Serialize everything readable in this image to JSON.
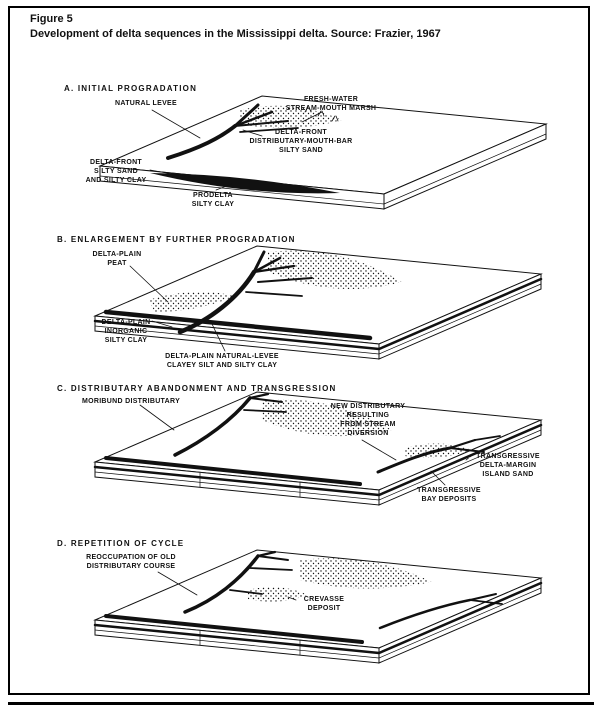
{
  "figure": {
    "label": "Figure 5",
    "caption": "Development of delta sequences in the Mississippi delta. Source: Frazier, 1967"
  },
  "panels": [
    {
      "id": "A",
      "title": "A. INITIAL PROGRADATION",
      "labels": [
        "NATURAL LEVEE",
        "FRESH-WATER\nSTREAM-MOUTH MARSH",
        "DELTA-FRONT\nDISTRIBUTARY-MOUTH-BAR\nSILTY SAND",
        "DELTA-FRONT\nSILTY SAND\nAND SILTY CLAY",
        "PRODELTA\nSILTY CLAY"
      ]
    },
    {
      "id": "B",
      "title": "B. ENLARGEMENT BY FURTHER PROGRADATION",
      "labels": [
        "DELTA-PLAIN\nPEAT",
        "DELTA-PLAIN\nINORGANIC\nSILTY CLAY",
        "DELTA-PLAIN NATURAL-LEVEE\nCLAYEY SILT AND SILTY CLAY"
      ]
    },
    {
      "id": "C",
      "title": "C. DISTRIBUTARY ABANDONMENT AND TRANSGRESSION",
      "labels": [
        "MORIBUND DISTRIBUTARY",
        "NEW DISTRIBUTARY\nRESULTING\nFROM STREAM\nDIVERSION",
        "TRANSGRESSIVE\nDELTA-MARGIN\nISLAND SAND",
        "TRANSGRESSIVE\nBAY DEPOSITS"
      ]
    },
    {
      "id": "D",
      "title": "D. REPETITION OF CYCLE",
      "labels": [
        "REOCCUPATION OF OLD\nDISTRIBUTARY COURSE",
        "CREVASSE\nDEPOSIT"
      ]
    }
  ],
  "colors": {
    "ink": "#111111",
    "paper": "#ffffff"
  }
}
